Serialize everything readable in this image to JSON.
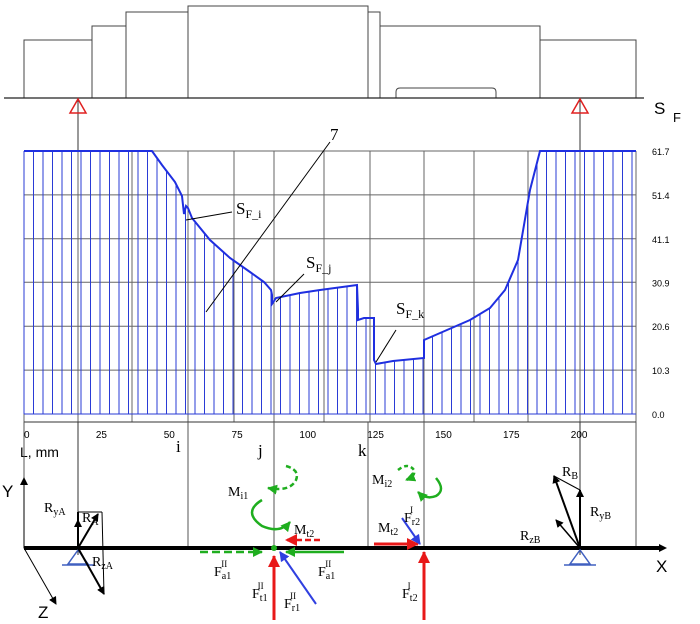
{
  "scale": {
    "x_unit_label": "L, mm",
    "x_tick_values": [
      0,
      25,
      50,
      75,
      100,
      125,
      150,
      175,
      200
    ],
    "y_label": "S",
    "y_label_sub": "F",
    "y_tick_values": [
      0.0,
      10.3,
      20.6,
      30.9,
      41.1,
      51.4,
      61.7
    ]
  },
  "section_labels": {
    "i": "i",
    "j": "j",
    "k": "k"
  },
  "curve_annotations": {
    "curve_number": "7",
    "sf_i": {
      "main": "S",
      "sub": "F_i"
    },
    "sf_j": {
      "main": "S",
      "sub": "F_j"
    },
    "sf_k": {
      "main": "S",
      "sub": "F_k"
    }
  },
  "axes_labels": {
    "x": "X",
    "y": "Y",
    "z": "Z"
  },
  "force_labels": {
    "RyA": {
      "main": "R",
      "sub": "yA"
    },
    "RA": {
      "main": "R",
      "sub": "A"
    },
    "RzA": {
      "main": "R",
      "sub": "zA"
    },
    "RB": {
      "main": "R",
      "sub": "B"
    },
    "RyB": {
      "main": "R",
      "sub": "yB"
    },
    "RzB": {
      "main": "R",
      "sub": "zB"
    },
    "Mi1": {
      "main": "M",
      "sub": "i1"
    },
    "Mt2_left": {
      "main": "M",
      "sub": "t2"
    },
    "Mi2": {
      "main": "M",
      "sub": "i2"
    },
    "Mt2_right": {
      "main": "M",
      "sub": "t2"
    },
    "Fr2I": {
      "main": "F",
      "sub": "r2",
      "sup": "I"
    },
    "Fa1II": {
      "main": "F",
      "sub": "a1",
      "sup": "II"
    },
    "Fa1II_right": {
      "main": "F",
      "sub": "a1",
      "sup": "II"
    },
    "Ft1II": {
      "main": "F",
      "sub": "t1",
      "sup": "II"
    },
    "Fr1II": {
      "main": "F",
      "sub": "r1",
      "sup": "II"
    },
    "Ft2I": {
      "main": "F",
      "sub": "t2",
      "sup": "I"
    }
  },
  "colors": {
    "curve": "#1f2fe0",
    "hatch": "#2a3bd6",
    "support": "#e02020",
    "force_red": "#e81818",
    "moment_green": "#1fae1f",
    "force_blue": "#3040e0",
    "grid": "#555555"
  }
}
